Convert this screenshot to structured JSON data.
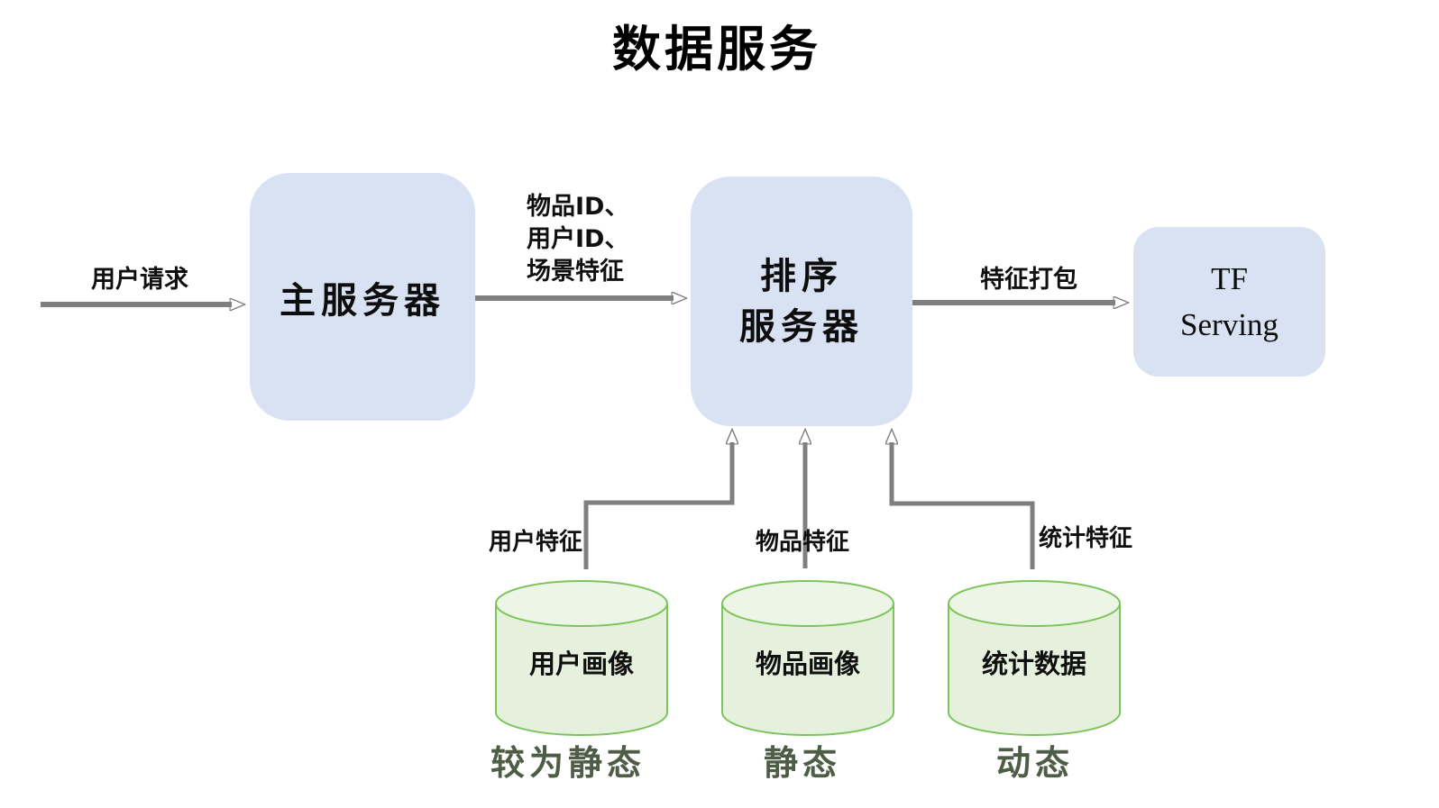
{
  "title": "数据服务",
  "nodes": {
    "main_server": {
      "label": "主服务器"
    },
    "ranking_server": {
      "line1": "排序",
      "line2": "服务器"
    },
    "tf_serving": {
      "line1": "TF",
      "line2": "Serving"
    }
  },
  "edges": {
    "user_request": {
      "label": "用户请求"
    },
    "request_payload": {
      "line1": "物品ID、",
      "line2": "用户ID、",
      "line3": "场景特征"
    },
    "feature_packing": {
      "label": "特征打包"
    },
    "user_features": {
      "label": "用户特征"
    },
    "item_features": {
      "label": "物品特征"
    },
    "stat_features": {
      "label": "统计特征"
    }
  },
  "databases": [
    {
      "label": "用户画像",
      "state": "较为静态"
    },
    {
      "label": "物品画像",
      "state": "静态"
    },
    {
      "label": "统计数据",
      "state": "动态"
    }
  ],
  "colors": {
    "node_fill": "#d9e2f3",
    "cylinder_fill": "#e6f1dd",
    "cylinder_stroke": "#7cc45c",
    "arrow": "#7f7f7f",
    "state_text": "#4e5d45",
    "text": "#0d0d0d"
  }
}
